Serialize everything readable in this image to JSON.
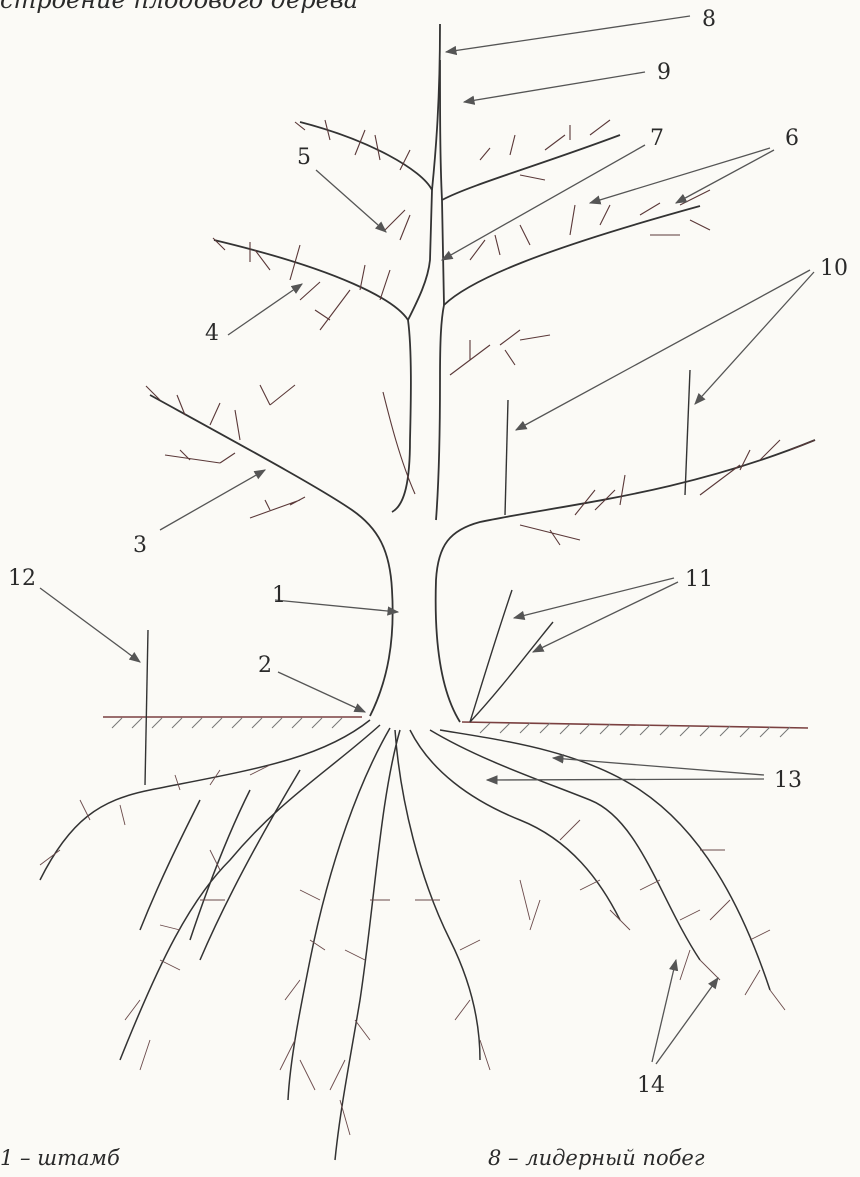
{
  "title": "строение плодового дерева",
  "labels": {
    "n1": "1",
    "n2": "2",
    "n3": "3",
    "n4": "4",
    "n5": "5",
    "n6": "6",
    "n7": "7",
    "n8": "8",
    "n9": "9",
    "n10": "10",
    "n11": "11",
    "n12": "12",
    "n13": "13",
    "n14": "14"
  },
  "legend": {
    "item1": "1 – штамб",
    "item8": "8 – лидерный побег"
  }
}
